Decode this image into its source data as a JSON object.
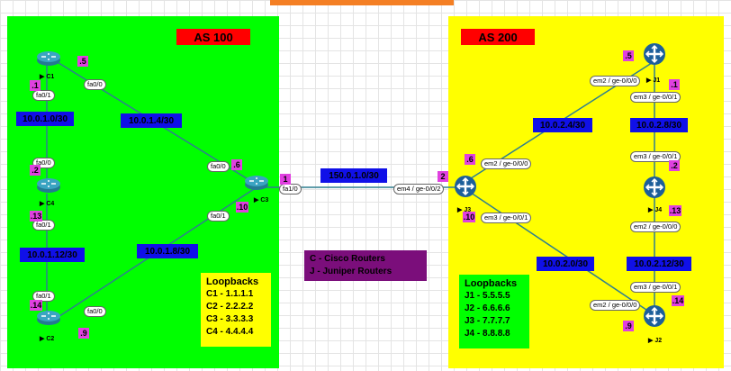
{
  "as100": {
    "label": "AS 100"
  },
  "as200": {
    "label": "AS 200"
  },
  "subnets": {
    "c1_c4": "10.0.1.0/30",
    "c1_c3": "10.0.1.4/30",
    "c4_c2": "10.0.1.12/30",
    "c2_c3": "10.0.1.8/30",
    "c3_j3": "150.0.1.0/30",
    "j1_j3": "10.0.2.4/30",
    "j1_j4": "10.0.2.8/30",
    "j3_j2": "10.0.2.0/30",
    "j4_j2": "10.0.2.12/30"
  },
  "devices": {
    "c1": "C1",
    "c2": "C2",
    "c3": "C3",
    "c4": "C4",
    "j1": "J1",
    "j2": "J2",
    "j3": "J3",
    "j4": "J4"
  },
  "ports": {
    "c1_fa00": "fa0/0",
    "c1_fa01": "fa0/1",
    "c4_fa00": "fa0/0",
    "c4_fa01": "fa0/1",
    "c2_fa01": "fa0/1",
    "c2_fa00": "fa0/0",
    "c3_fa00_a": "fa0/0",
    "c3_fa10": "fa1/0",
    "c3_fa01": "fa0/1",
    "j3_em4": "em4 / ge-0/0/2",
    "j3_em2": "em2 / ge-0/0/0",
    "j3_em3": "em3 / ge-0/0/1",
    "j1_em2": "em2 / ge-0/0/0",
    "j1_em3": "em3 / ge-0/0/1",
    "j4_em3": "em3 / ge-0/0/1",
    "j4_em2": "em2 / ge-0/0/0",
    "j2_em3": "em3 / ge-0/0/1",
    "j2_em2": "em2 / ge-0/0/0"
  },
  "ips": {
    "c1_5": ".5",
    "c1_1": ".1",
    "c4_2": ".2",
    "c4_13": ".13",
    "c2_14": ".14",
    "c2_9": ".9",
    "c3_6": ".6",
    "c3_1": "1",
    "c3_10": ".10",
    "j3_2": "2",
    "j3_6": ".6",
    "j3_10": ".10",
    "j1_5": ".5",
    "j1_1": ".1",
    "j4_2": ".2",
    "j4_13": ".13",
    "j2_14": ".14",
    "j2_9": ".9"
  },
  "loopbacks_cisco": {
    "title": "Loopbacks",
    "lines": [
      "C1 - 1.1.1.1",
      "C2 - 2.2.2.2",
      "C3 - 3.3.3.3",
      "C4 - 4.4.4.4"
    ]
  },
  "loopbacks_juniper": {
    "title": "Loopbacks",
    "lines": [
      "J1 - 5.5.5.5",
      "J2 - 6.6.6.6",
      "J3 - 7.7.7.7",
      "J4 - 8.8.8.8"
    ]
  },
  "legend": {
    "line1": "C - Cisco Routers",
    "line2": "J - Juniper Routers"
  },
  "colors": {
    "as100_bg": "#00ff00",
    "as200_bg": "#ffff00",
    "as_label": "#ff0000",
    "subnet": "#1010e8",
    "ip_tag": "#e040e0",
    "legend": "#7b0e7b",
    "link": "#2f7f8f",
    "cisco_router": "#2f8fa8",
    "juniper_router": "#1d5f9a"
  }
}
